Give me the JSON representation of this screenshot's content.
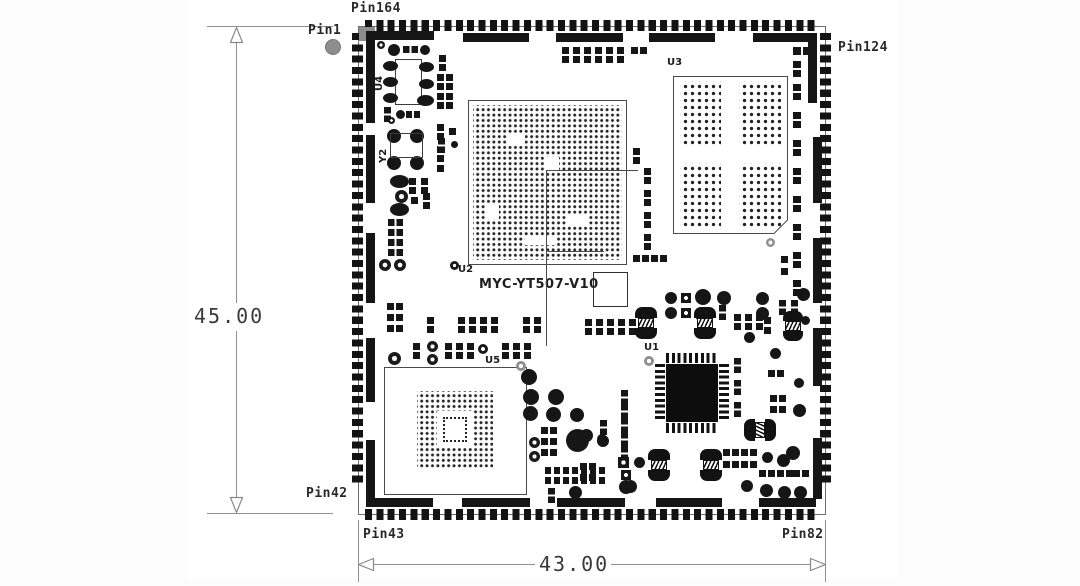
{
  "board": {
    "silkscreen": "MYC-YT507-V10",
    "pin_labels": {
      "pin164": "Pin164",
      "pin1": "Pin1",
      "pin124": "Pin124",
      "pin42": "Pin42",
      "pin43": "Pin43",
      "pin82": "Pin82"
    },
    "dimensions": {
      "height_mm": "45.00",
      "width_mm": "43.00"
    },
    "designators": {
      "u1": "U1",
      "u2": "U2",
      "u3": "U3",
      "u4": "U4",
      "u5": "U5",
      "y2": "Y2"
    },
    "colors": {
      "copper": "#161616",
      "dimension_line": "#909090",
      "marker_gray": "#8d8d8d"
    }
  }
}
